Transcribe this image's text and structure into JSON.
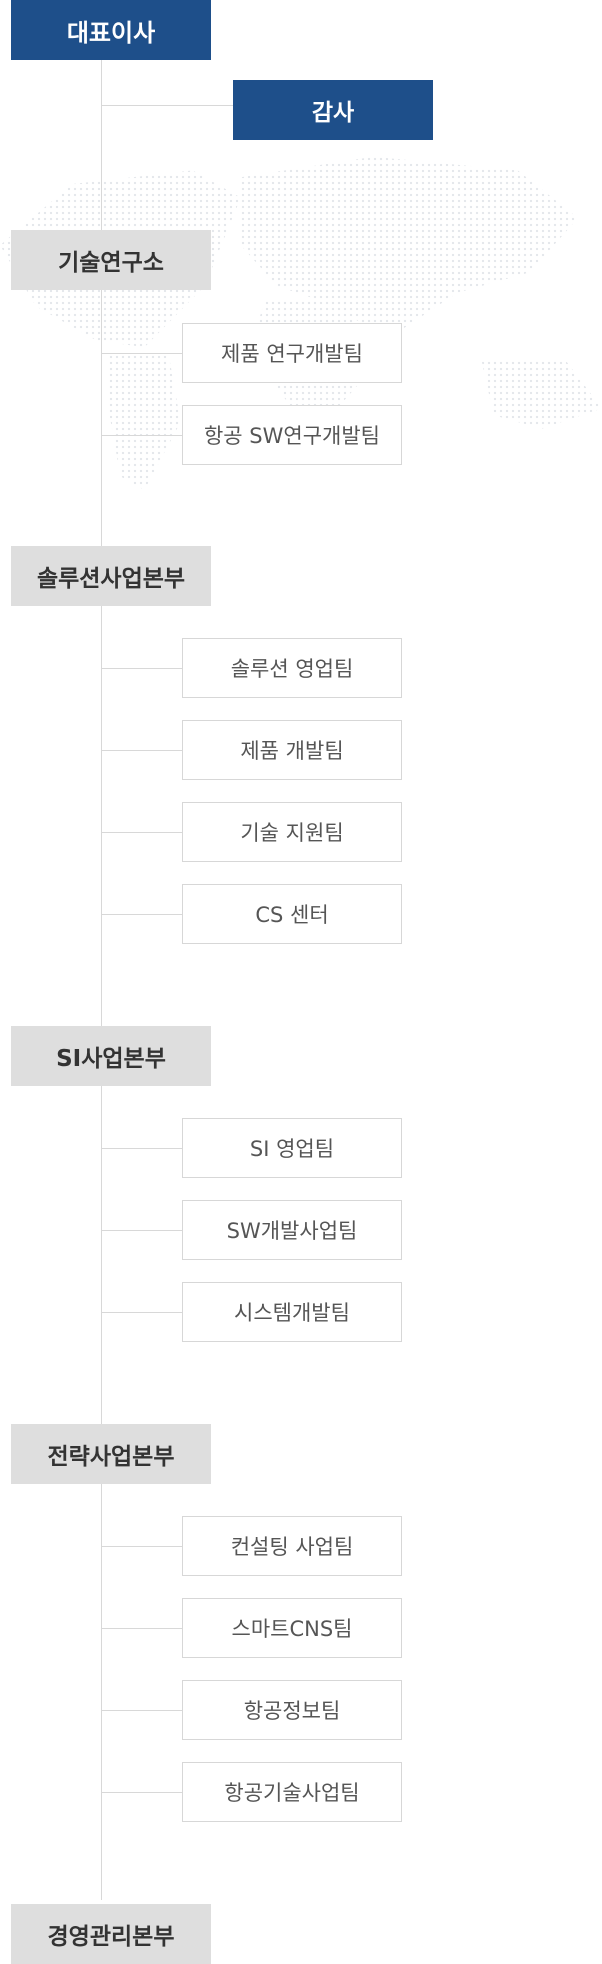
{
  "ceo": "대표이사",
  "audit": "감사",
  "divisions": [
    {
      "name": "기술연구소",
      "teams": [
        "제품 연구개발팀",
        "항공 SW연구개발팀"
      ]
    },
    {
      "name": "솔루션사업본부",
      "teams": [
        "솔루션 영업팀",
        "제품 개발팀",
        "기술 지원팀",
        "CS 센터"
      ]
    },
    {
      "name": "SI사업본부",
      "teams": [
        "SI 영업팀",
        "SW개발사업팀",
        "시스템개발팀"
      ]
    },
    {
      "name": "전략사업본부",
      "teams": [
        "컨설팅 사업팀",
        "스마트CNS팀",
        "항공정보팀",
        "항공기술사업팀"
      ]
    },
    {
      "name": "경영관리본부",
      "teams": []
    }
  ]
}
